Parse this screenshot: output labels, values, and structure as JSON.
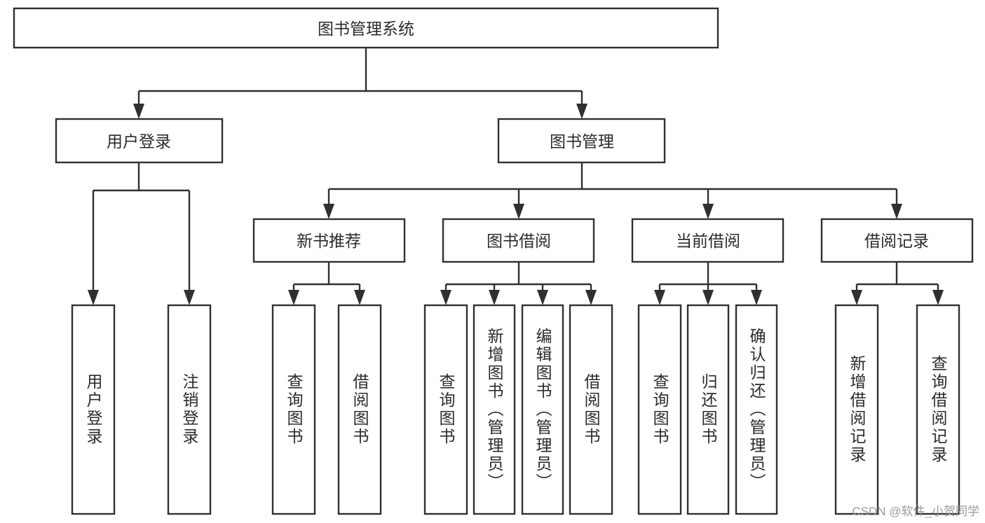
{
  "diagram": {
    "type": "tree-hierarchy-chart",
    "title": "图书管理系统",
    "watermark": "CSDN @软件_小贺同学",
    "colors": {
      "stroke": "#303030",
      "fill": "#ffffff",
      "text": "#2b2b2b",
      "watermark": "#9a9a9a"
    },
    "levels": {
      "level1": [
        {
          "id": "root",
          "label": "图书管理系统"
        }
      ],
      "level2": [
        {
          "id": "user-login",
          "label": "用户登录",
          "parent": "root"
        },
        {
          "id": "book-manage",
          "label": "图书管理",
          "parent": "root"
        }
      ],
      "level3": [
        {
          "id": "new-book-recommend",
          "label": "新书推荐",
          "parent": "book-manage"
        },
        {
          "id": "book-borrow",
          "label": "图书借阅",
          "parent": "book-manage"
        },
        {
          "id": "current-borrow",
          "label": "当前借阅",
          "parent": "book-manage"
        },
        {
          "id": "borrow-record",
          "label": "借阅记录",
          "parent": "book-manage"
        }
      ],
      "leaves": [
        {
          "id": "leaf-user-login",
          "label": "用户登录",
          "parent": "user-login"
        },
        {
          "id": "leaf-logout",
          "label": "注销登录",
          "parent": "user-login"
        },
        {
          "id": "leaf-query-book-1",
          "label": "查询图书",
          "parent": "new-book-recommend"
        },
        {
          "id": "leaf-borrow-book-1",
          "label": "借阅图书",
          "parent": "new-book-recommend"
        },
        {
          "id": "leaf-query-book-2",
          "label": "查询图书",
          "parent": "book-borrow"
        },
        {
          "id": "leaf-add-book",
          "label": "新增图书（管理员）",
          "parent": "book-borrow"
        },
        {
          "id": "leaf-edit-book",
          "label": "编辑图书（管理员）",
          "parent": "book-borrow"
        },
        {
          "id": "leaf-borrow-book-2",
          "label": "借阅图书",
          "parent": "book-borrow"
        },
        {
          "id": "leaf-query-book-3",
          "label": "查询图书",
          "parent": "current-borrow"
        },
        {
          "id": "leaf-return-book",
          "label": "归还图书",
          "parent": "current-borrow"
        },
        {
          "id": "leaf-confirm-return",
          "label": "确认归还（管理员）",
          "parent": "current-borrow"
        },
        {
          "id": "leaf-add-record",
          "label": "新增借阅记录",
          "parent": "borrow-record"
        },
        {
          "id": "leaf-query-record",
          "label": "查询借阅记录",
          "parent": "borrow-record"
        }
      ]
    }
  }
}
